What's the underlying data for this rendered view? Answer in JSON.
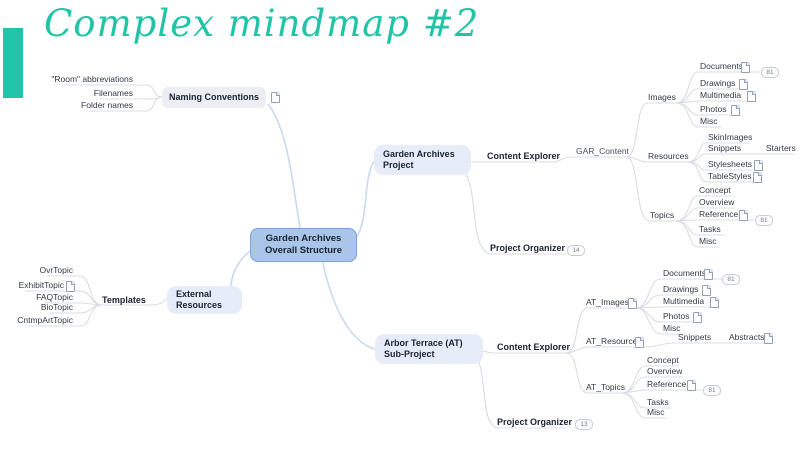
{
  "page": {
    "title": "Complex mindmap #2"
  },
  "colors": {
    "accent": "#20c4a6",
    "center_fill": "#a9c6e8",
    "center_border": "#7aa2d4",
    "branch_fill": "#e7edf8",
    "naming_fill": "#eceef4",
    "main_line": "#c9daf0",
    "sub_line": "#d9dce3"
  },
  "map": {
    "center_label": "Garden Archives\nOverall Structure",
    "naming": {
      "label": "Naming Conventions",
      "children": [
        "\"Room\" abbreviations",
        "Filenames",
        "Folder names"
      ]
    },
    "gar": {
      "label": "Garden Archives\nProject",
      "content_explorer": "Content Explorer",
      "gar_content": "GAR_Content",
      "images": {
        "label": "Images",
        "children": [
          "Documents",
          "Drawings",
          "Multimedia",
          "Photos",
          "Misc"
        ],
        "documents_badge": "81"
      },
      "resources": {
        "label": "Resources",
        "children": [
          "SkinImages",
          "Snippets",
          "Stylesheets",
          "TableStyles"
        ],
        "snippets_child": "Starters"
      },
      "topics": {
        "label": "Topics",
        "children": [
          "Concept",
          "Overview",
          "Reference",
          "Tasks",
          "Misc"
        ],
        "reference_badge": "81"
      },
      "project_organizer": "Project Organizer",
      "project_organizer_badge": "14"
    },
    "external": {
      "label": "External\nResources",
      "templates": "Templates",
      "children": [
        "OvrTopic",
        "ExhibitTopic",
        "FAQTopic",
        "BioTopic",
        "CntmpArtTopic"
      ]
    },
    "at": {
      "label": "Arbor Terrace (AT)\nSub-Project",
      "content_explorer": "Content Explorer",
      "images": {
        "label": "AT_Images",
        "children": [
          "Documents",
          "Drawings",
          "Multimedia",
          "Photos",
          "Misc"
        ],
        "documents_badge": "81"
      },
      "resources": {
        "label": "AT_Resources",
        "snippets": "Snippets",
        "abstracts": "Abstracts"
      },
      "topics": {
        "label": "AT_Topics",
        "children": [
          "Concept",
          "Overview",
          "Reference",
          "Tasks",
          "Misc"
        ],
        "reference_badge": "81"
      },
      "project_organizer": "Project Organizer",
      "project_organizer_badge": "13"
    }
  }
}
